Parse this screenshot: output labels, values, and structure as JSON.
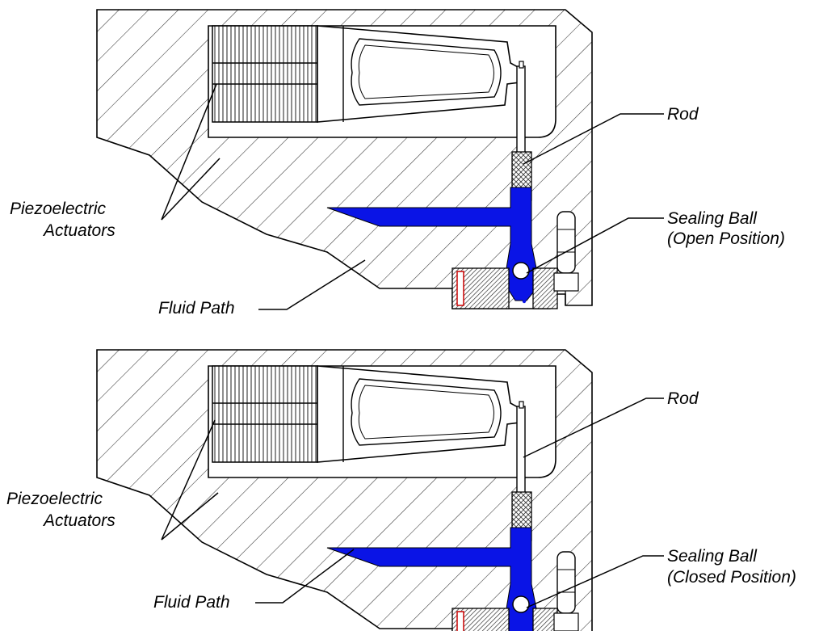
{
  "colors": {
    "fluid": "#0a14e6",
    "line": "#000000",
    "background": "#ffffff"
  },
  "top_panel": {
    "label_rod": "Rod",
    "label_ball_1": "Sealing Ball",
    "label_ball_2": "(Open Position)",
    "label_actuators_1": "Piezoelectric",
    "label_actuators_2": "Actuators",
    "label_fluid": "Fluid Path"
  },
  "bottom_panel": {
    "label_rod": "Rod",
    "label_ball_1": "Sealing Ball",
    "label_ball_2": "(Closed Position)",
    "label_actuators_1": "Piezoelectric",
    "label_actuators_2": "Actuators",
    "label_fluid": "Fluid Path"
  }
}
